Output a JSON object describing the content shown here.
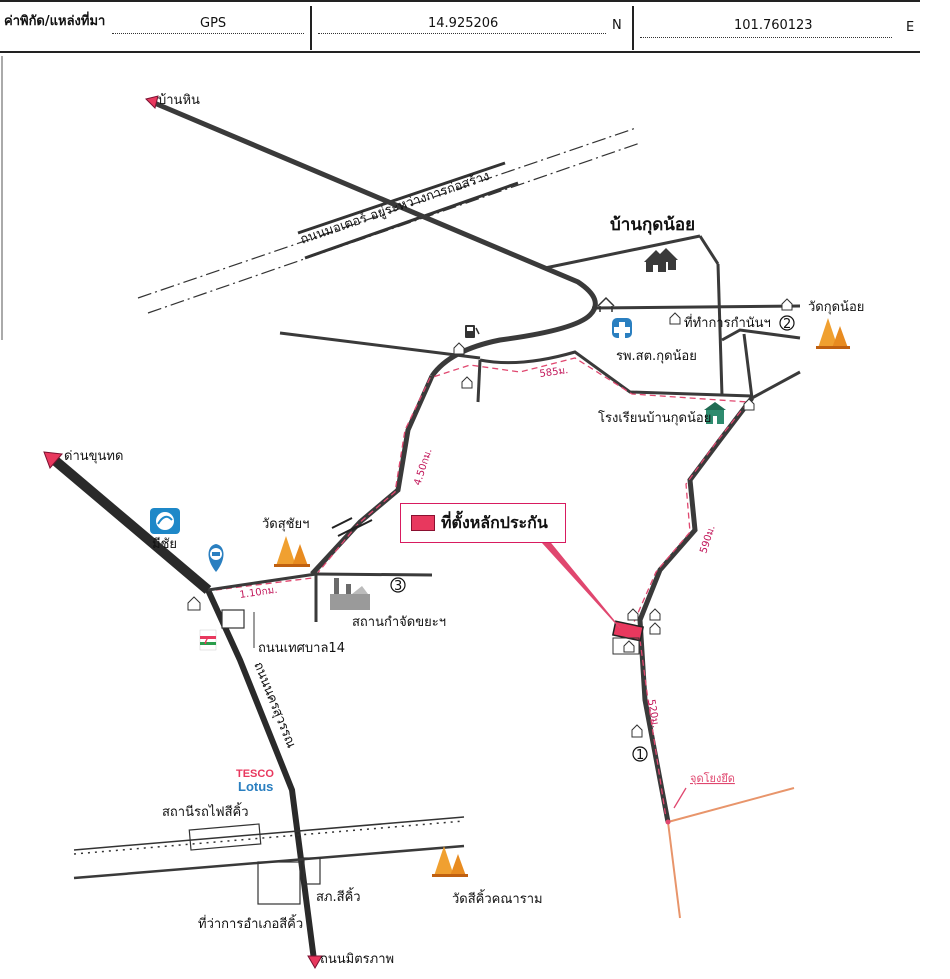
{
  "header": {
    "label": "ค่าพิกัด/แหล่งที่มา",
    "source": "GPS",
    "lat": "14.925206",
    "lat_dir": "N",
    "lon": "101.760123",
    "lon_dir": "E"
  },
  "map": {
    "places": {
      "ban_hin": "บ้านหิน",
      "motorway": "ถนนมอเตอร์ อยู่ระหว่างการก่อสร้าง",
      "ban_kut_noi": "บ้านกุดน้อย",
      "wat_kut_noi": "วัดกุดน้อย",
      "sub_district_office": "ที่ทำการกำนันฯ",
      "health_station": "รพ.สต.กุดน้อย",
      "school": "โรงเรียนบ้านกุดน้อย",
      "dan_khun_thot": "ด่านขุนทด",
      "mee_chai": "มีชัย",
      "wat_sutchai": "วัดสุชัยฯ",
      "waste_station": "สถานกำจัดขยะฯ",
      "road_tessaban14": "ถนนเทศบาล14",
      "road_mittraphap_nakhon": "ถนนนครสุวรรณ",
      "tesco_line1": "TESCO",
      "tesco_line2": "Lotus",
      "sikhio_station": "สถานีรถไฟสีคิ้ว",
      "police": "สภ.สีคิ้ว",
      "district_office": "ที่ว่าการอำเภอสีคิ้ว",
      "wat_sikhio": "วัดสีคิ้วคณาราม",
      "road_mittraphap": "ถนนมิตรภาพ",
      "reference_point": "จุดโยงยึด",
      "seven_eleven": "7"
    },
    "markers": {
      "m1": "1",
      "m2": "2",
      "m3": "3"
    },
    "distances": {
      "d_110": "1.10กม.",
      "d_450": "4.50กม.",
      "d_585": "585ม.",
      "d_590": "590ม.",
      "d_520": "520ม."
    },
    "callout": "ที่ตั้งหลักประกัน",
    "colors": {
      "road": "#3a3a3a",
      "route": "#e0476f",
      "accent": "#e8385e",
      "ref_line": "#e8956b"
    }
  }
}
